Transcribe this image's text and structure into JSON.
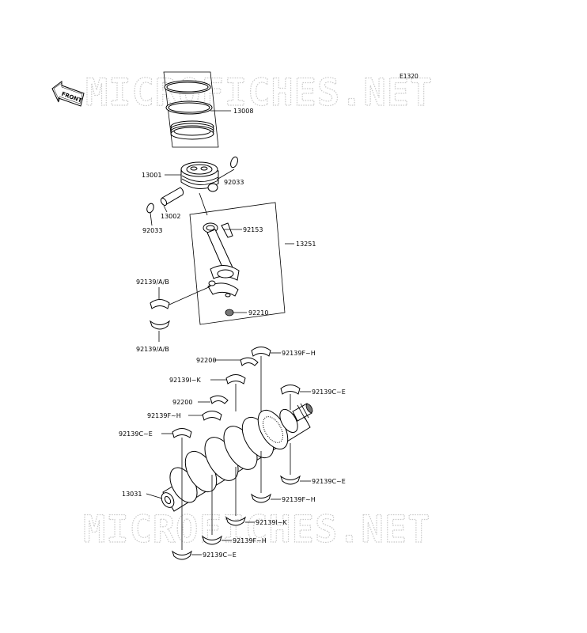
{
  "diagram_code": "E1320",
  "front_label": "FRONT",
  "watermark": "MICROFICHES.NET",
  "labels": {
    "l13008": "13008",
    "l13001": "13001",
    "l92033a": "92033",
    "l13002": "13002",
    "l92033b": "92033",
    "l92153": "92153",
    "l13251": "13251",
    "l92139ab1": "92139/A/B",
    "l92210": "92210",
    "l92139ab2": "92139/A/B",
    "l92200a": "92200",
    "l92139fh1": "92139F~H",
    "l92139ik1": "92139I~K",
    "l92139ce1": "92139C~E",
    "l92200b": "92200",
    "l92139fh2": "92139F~H",
    "l92139ce2": "92139C~E",
    "l13031": "13031",
    "l92139ce3": "92139C~E",
    "l92139fh3": "92139F~H",
    "l92139ik2": "92139I~K",
    "l92139fh4": "92139F~H",
    "l92139ce4": "92139C~E"
  }
}
